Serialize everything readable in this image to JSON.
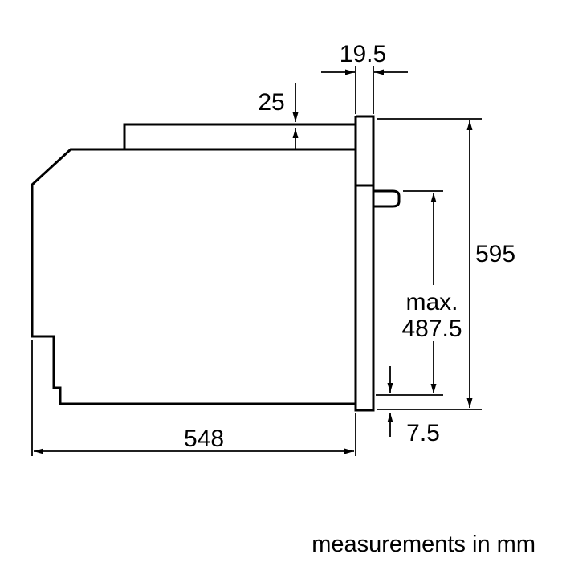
{
  "page": {
    "footnote": "measurements in mm"
  },
  "dimensions": {
    "frame_width": "19.5",
    "top_step": "25",
    "height": "595",
    "max_label": "max.",
    "max_value": "487.5",
    "bottom_offset": "7.5",
    "depth": "548"
  },
  "colors": {
    "line": "#000000",
    "background": "#ffffff"
  }
}
